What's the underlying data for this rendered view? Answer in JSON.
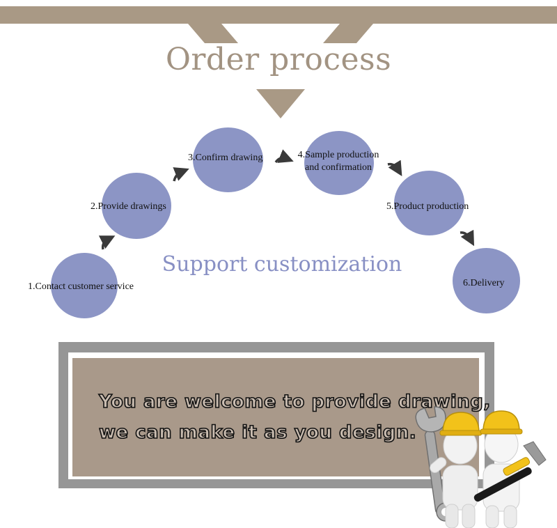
{
  "header": {
    "title": "Order process",
    "band_color": "#a99985"
  },
  "steps": [
    {
      "label": "1.Contact  customer  service"
    },
    {
      "label": "2.Provide drawings"
    },
    {
      "label": "3.Confirm drawing"
    },
    {
      "label_line1": "4.Sample production",
      "label_line2": "and confirmation"
    },
    {
      "label": "5.Product production"
    },
    {
      "label": "6.Delivery"
    }
  ],
  "step_color": "#8c95c5",
  "center_text": "Support customization",
  "banner": {
    "line1": "You are welcome to provide drawing,",
    "line2": "we can make it as you design."
  },
  "illustration": {
    "icons": [
      "wrench-icon",
      "hammer-icon",
      "hard-hat-icon"
    ]
  }
}
